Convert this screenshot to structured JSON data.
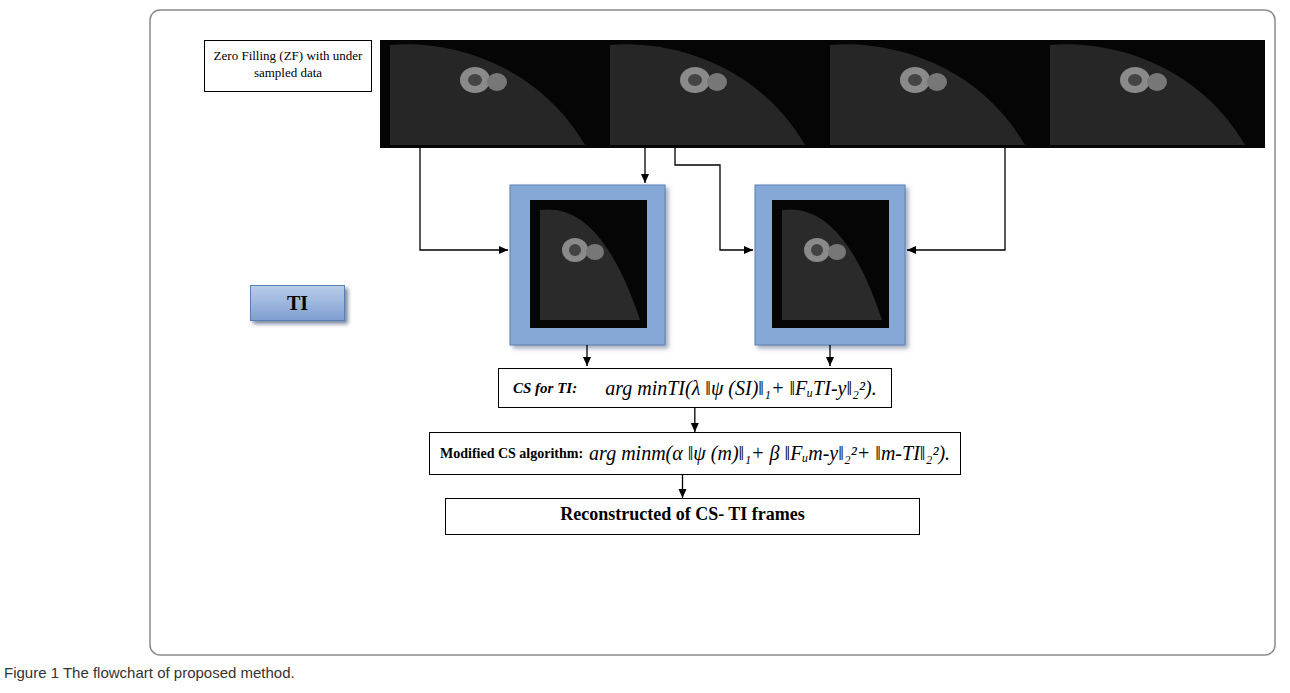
{
  "diagram": {
    "caption": "Figure 1 The flowchart of proposed method.",
    "nodes": [
      {
        "text": [
          "Zero Filling (ZF) with under sampled data"
        ]
      },
      {
        "text": [
          "TI"
        ]
      },
      {
        "text": [
          "CS for TI:",
          "arg minTI(λ ‖ψ (SI)‖₁+ ‖FᵤTI-y‖₂²)."
        ]
      },
      {
        "text": [
          "Modified CS algorithm:",
          "arg minm(α ‖ψ (m)‖₁+ β ‖Fᵤm-y‖₂²+ ‖m-TI‖₂²)."
        ]
      },
      {
        "text": [
          "Reconstructed of CS- TI frames"
        ]
      }
    ],
    "edges": [
      {
        "from": 2,
        "to": 3,
        "arrow": "to"
      },
      {
        "from": 3,
        "to": 4,
        "arrow": "to"
      }
    ]
  }
}
